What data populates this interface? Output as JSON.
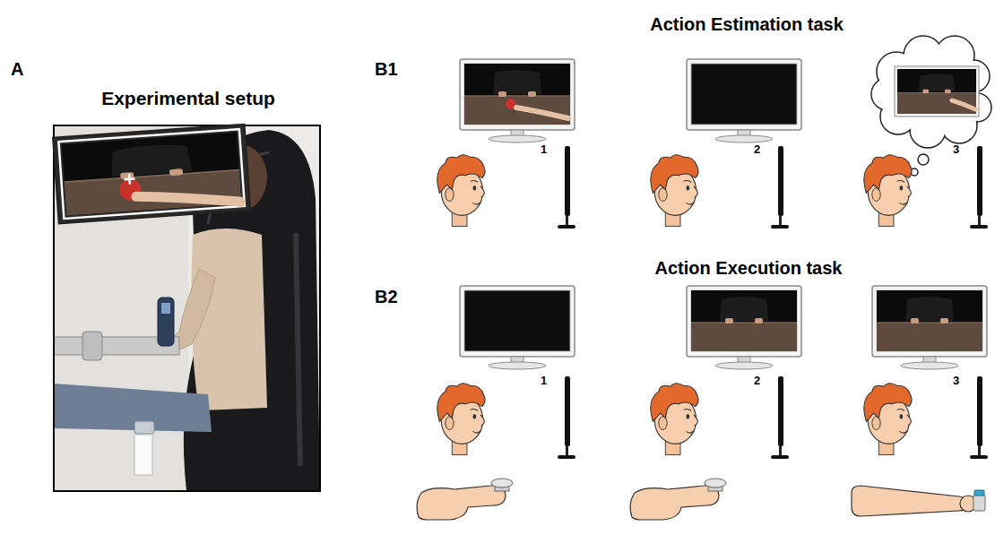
{
  "diagram": {
    "labels": [
      "A",
      "Experimental setup",
      "Action Estimation task",
      "B1",
      "1",
      "2",
      "3",
      "Action Execution task",
      "B2",
      "1",
      "2",
      "3"
    ]
  }
}
